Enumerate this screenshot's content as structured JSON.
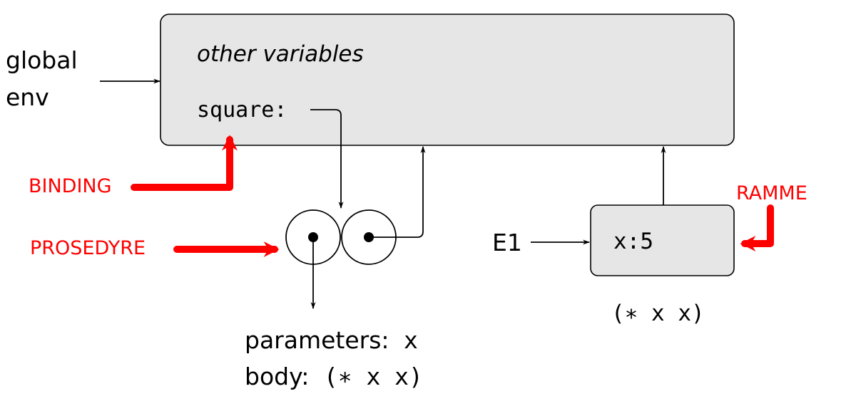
{
  "global_env": {
    "label_line1": "global",
    "label_line2": "env",
    "other_variables": "other variables",
    "binding_name": "square:"
  },
  "procedure": {
    "parameters_label": "parameters:",
    "parameters_value": "x",
    "body_label": "body:",
    "body_value": "(∗ x x)"
  },
  "frame_e1": {
    "label": "E1",
    "binding": "x:5",
    "expression": "(∗ x x)"
  },
  "annotations": {
    "binding": "BINDING",
    "procedure": "PROSEDYRE",
    "frame": "RAMME"
  },
  "colors": {
    "annotation": "#ff0000",
    "box_fill": "#e6e6e6",
    "stroke": "#000000"
  }
}
